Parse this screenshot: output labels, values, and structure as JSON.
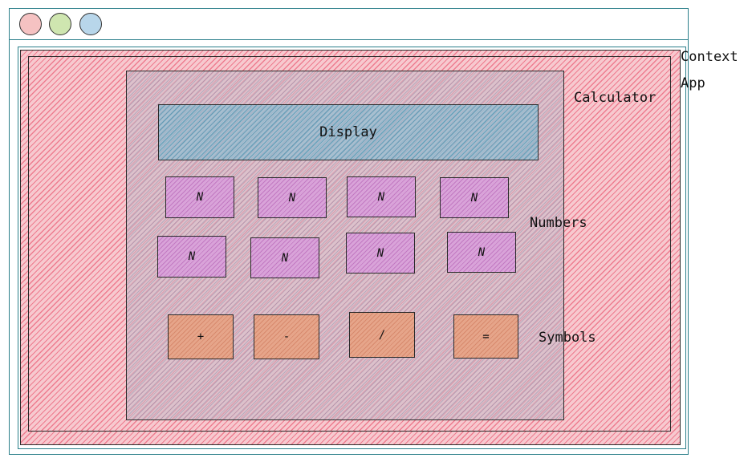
{
  "window": {
    "controls": [
      {
        "name": "close",
        "color": "#f5c2c2"
      },
      {
        "name": "minimize",
        "color": "#cfe6b0"
      },
      {
        "name": "maximize",
        "color": "#b8d6ea"
      }
    ]
  },
  "labels": {
    "context": "Context",
    "app": "App",
    "calculator": "Calculator",
    "numbers": "Numbers",
    "symbols": "Symbols"
  },
  "display": {
    "label": "Display"
  },
  "number_rows": [
    [
      "N",
      "N",
      "N",
      "N"
    ],
    [
      "N",
      "N",
      "N",
      "N"
    ]
  ],
  "symbols": [
    "+",
    "-",
    "/",
    "="
  ],
  "colors": {
    "window_border": "#2a7f8a",
    "app_fill": "#f4b4bf",
    "display_fill": "#8fbfd0",
    "number_fill": "#d9a3d9",
    "symbol_fill": "#e6a58a"
  }
}
